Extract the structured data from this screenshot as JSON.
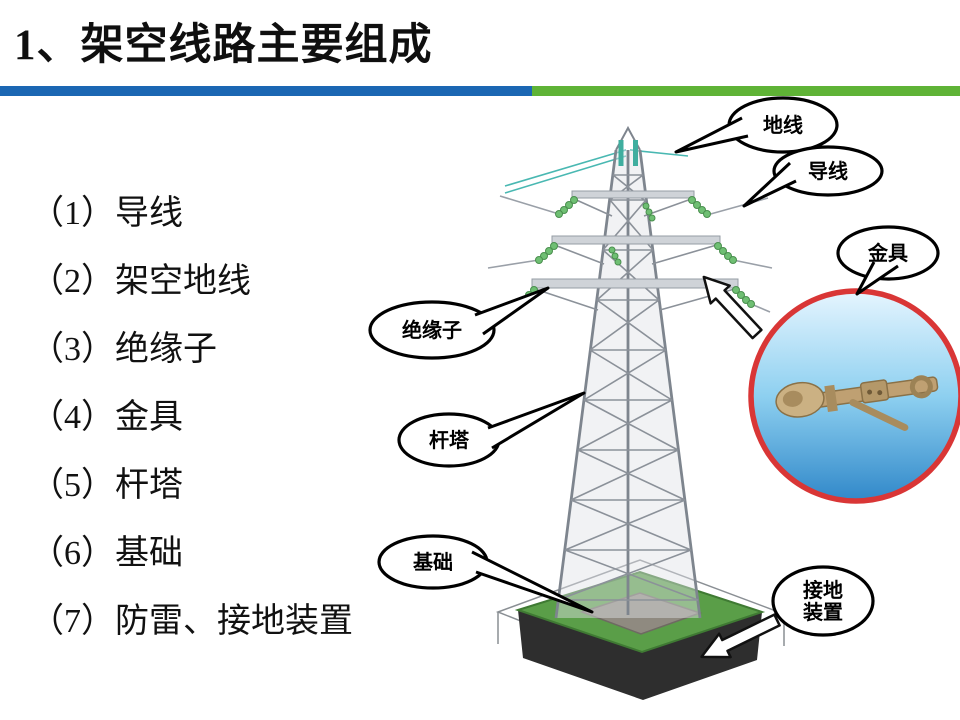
{
  "title": "1、架空线路主要组成",
  "list": {
    "items": [
      "（1）导线",
      "（2）架空地线",
      "（3）绝缘子",
      "（4）金具",
      "（5）杆塔",
      "（6）基础",
      "（7）防雷、接地装置"
    ]
  },
  "callouts": {
    "ground_wire": "地线",
    "conductor": "导线",
    "fitting": "金具",
    "insulator": "绝缘子",
    "tower": "杆塔",
    "foundation": "基础",
    "grounding_line1": "接地",
    "grounding_line2": "装置"
  },
  "colors": {
    "divider_blue": "#1b67b3",
    "divider_green": "#5fb336",
    "inset_ring_red": "#d93636",
    "insulator_green": "#6fbf73",
    "foundation_green": "#5a9e48",
    "ground_wire_teal": "#3fae9f"
  }
}
